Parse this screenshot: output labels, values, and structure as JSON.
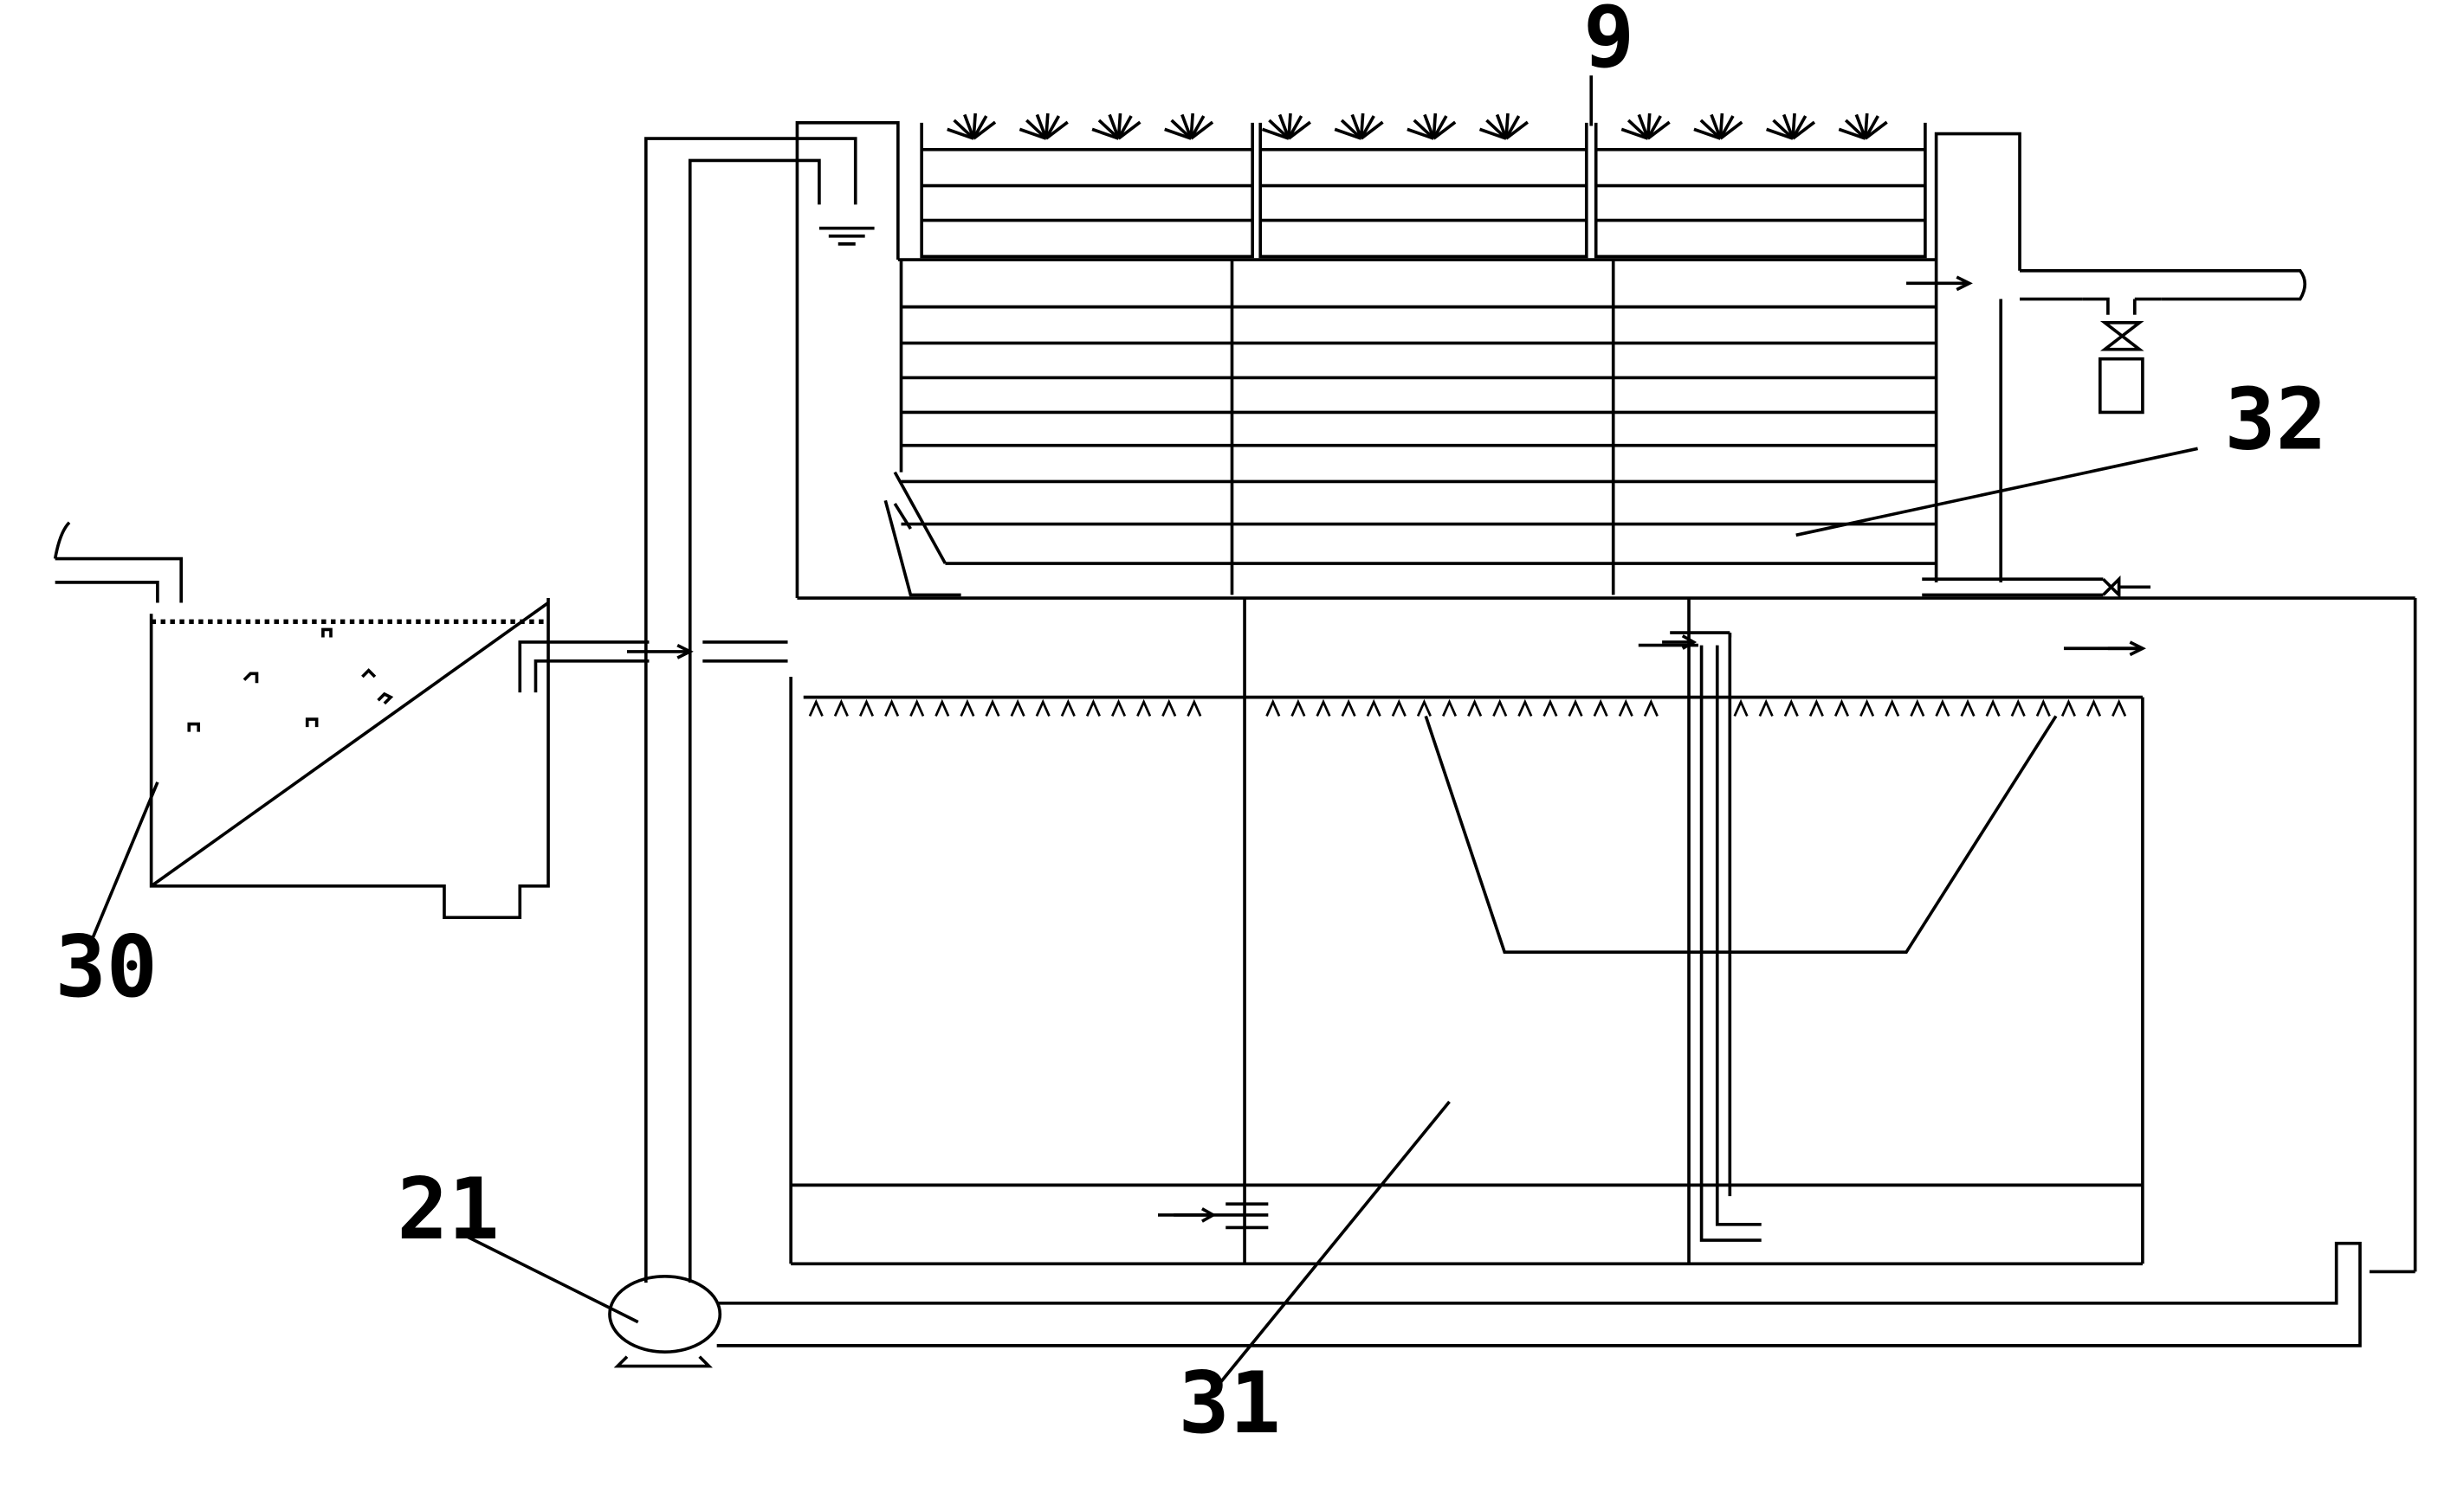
{
  "callouts": {
    "label_9": "9",
    "label_21": "21",
    "label_30": "30",
    "label_31": "31",
    "label_32": "32"
  },
  "colors": {
    "line": "#000000",
    "background": "#ffffff"
  }
}
